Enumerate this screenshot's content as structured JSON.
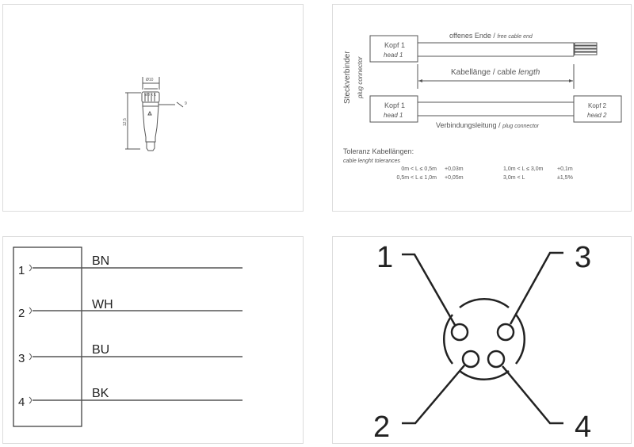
{
  "dimension_drawing": {
    "diameter": "Ø10",
    "thread": "M8 x 1",
    "wrench": "9",
    "length": "12,5"
  },
  "cable_diagram": {
    "side_label": "Steckverbinder",
    "side_label_en": "plug connector",
    "head1": "Kopf 1",
    "head1_en": "head 1",
    "head2": "Kopf 2",
    "head2_en": "head 2",
    "free_end": "offenes Ende / ",
    "free_end_en": "free cable end",
    "cable_length": "Kabellänge / cable ",
    "cable_length_en": "length",
    "connection": "Verbindungsleitung / ",
    "connection_en": "plug connector",
    "tolerance_title": "Toleranz Kabellängen:",
    "tolerance_subtitle": "cable lenght tolerances",
    "tolerances": [
      {
        "range": "0m < L ≤ 0,5m",
        "value": "+0,03m"
      },
      {
        "range": "0,5m < L ≤ 1,0m",
        "value": "+0,05m"
      },
      {
        "range": "1,0m < L ≤ 3,0m",
        "value": "+0,1m"
      },
      {
        "range": "3,0m < L",
        "value": "±1,5%"
      }
    ]
  },
  "wiring": {
    "pins": [
      {
        "num": "1",
        "color": "BN"
      },
      {
        "num": "2",
        "color": "WH"
      },
      {
        "num": "3",
        "color": "BU"
      },
      {
        "num": "4",
        "color": "BK"
      }
    ]
  },
  "pinout": {
    "labels": [
      "1",
      "2",
      "3",
      "4"
    ]
  }
}
